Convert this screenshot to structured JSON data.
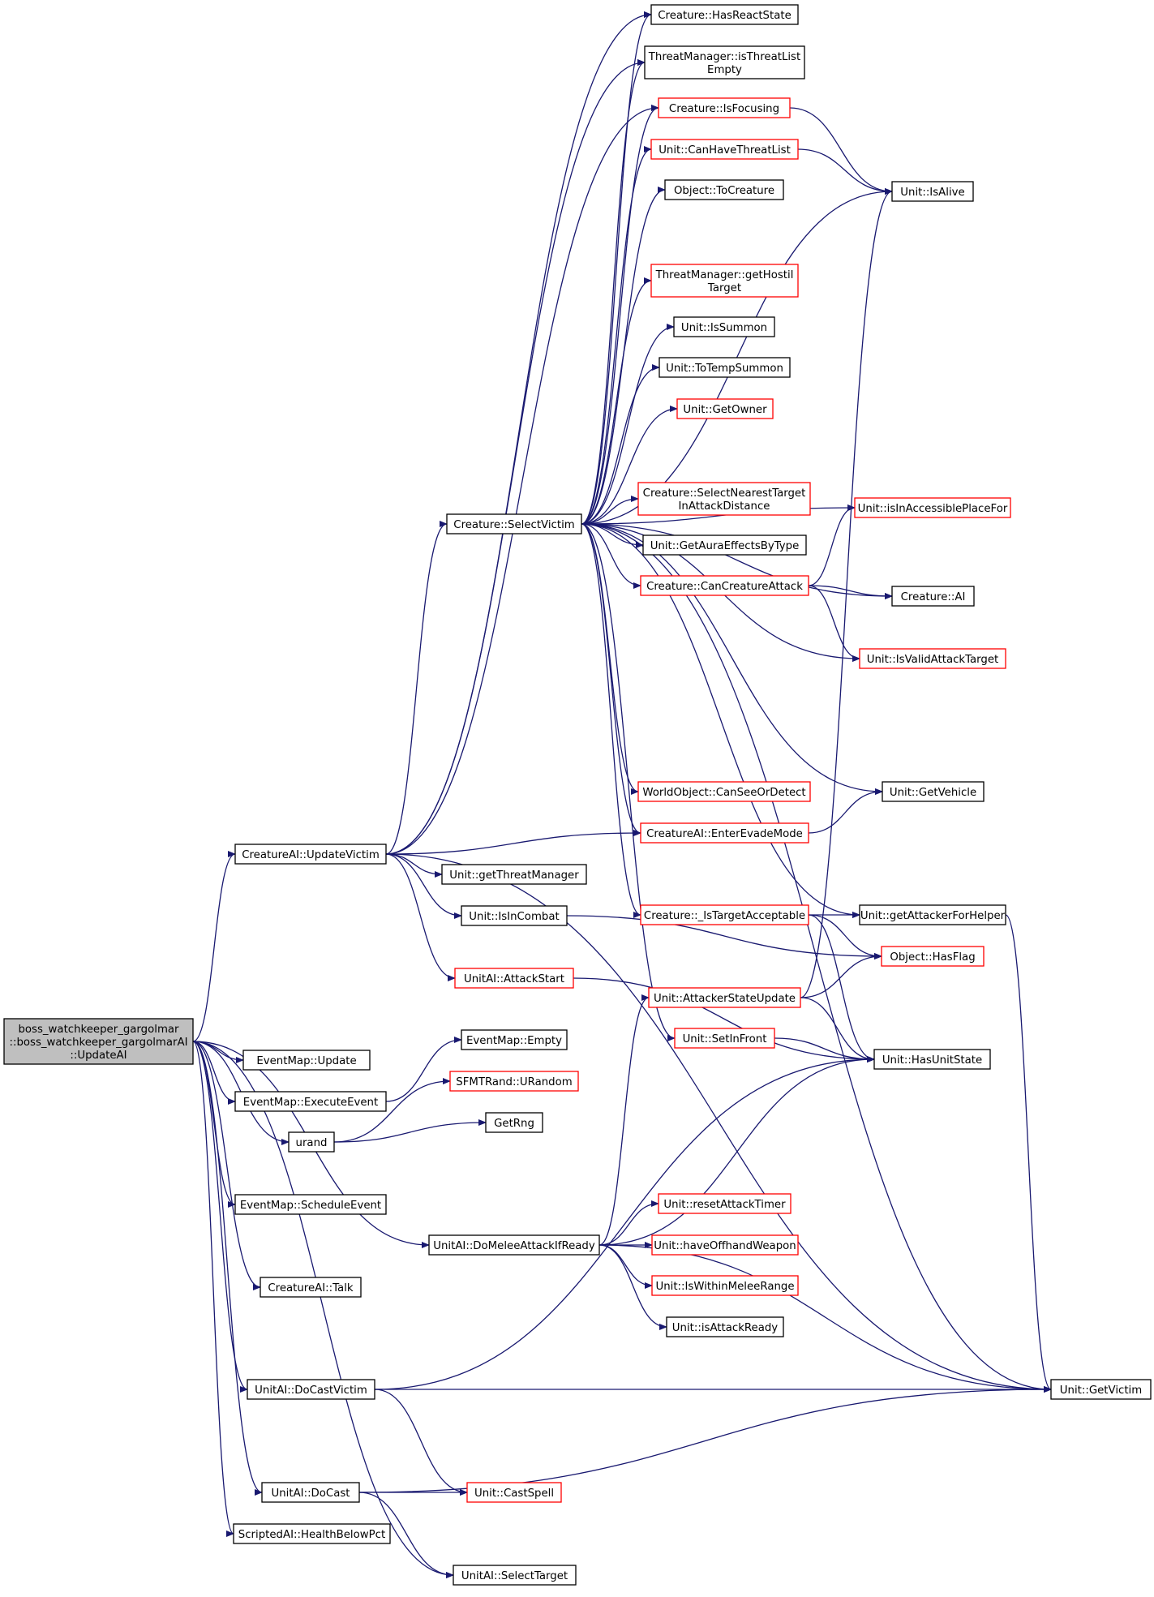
{
  "diagram": {
    "colors": {
      "edge": "#191970",
      "root_fill": "#bfbfbf",
      "normal_border": "#000000",
      "red_border": "#ff0000",
      "node_fill": "#ffffff"
    },
    "nodes": [
      {
        "id": "root",
        "lines": [
          "boss_watchkeeper_gargolmar",
          "::boss_watchkeeper_gargolmarAI",
          "::UpdateAI"
        ],
        "style": "root"
      },
      {
        "id": "updatevictim",
        "lines": [
          "CreatureAI::UpdateVictim"
        ],
        "style": "normal"
      },
      {
        "id": "eventmap_update",
        "lines": [
          "EventMap::Update"
        ],
        "style": "normal"
      },
      {
        "id": "executeevent",
        "lines": [
          "EventMap::ExecuteEvent"
        ],
        "style": "normal"
      },
      {
        "id": "urand",
        "lines": [
          "urand"
        ],
        "style": "normal"
      },
      {
        "id": "scheduleevent",
        "lines": [
          "EventMap::ScheduleEvent"
        ],
        "style": "normal"
      },
      {
        "id": "talk",
        "lines": [
          "CreatureAI::Talk"
        ],
        "style": "normal"
      },
      {
        "id": "docastvictim",
        "lines": [
          "UnitAI::DoCastVictim"
        ],
        "style": "normal"
      },
      {
        "id": "docast",
        "lines": [
          "UnitAI::DoCast"
        ],
        "style": "normal"
      },
      {
        "id": "healthbelowpct",
        "lines": [
          "ScriptedAI::HealthBelowPct"
        ],
        "style": "normal"
      },
      {
        "id": "selecttarget",
        "lines": [
          "UnitAI::SelectTarget"
        ],
        "style": "normal"
      },
      {
        "id": "selectvictim",
        "lines": [
          "Creature::SelectVictim"
        ],
        "style": "normal"
      },
      {
        "id": "getthreatmanager",
        "lines": [
          "Unit::getThreatManager"
        ],
        "style": "normal"
      },
      {
        "id": "isincombat",
        "lines": [
          "Unit::IsInCombat"
        ],
        "style": "normal"
      },
      {
        "id": "attackstart",
        "lines": [
          "UnitAI::AttackStart"
        ],
        "style": "red"
      },
      {
        "id": "eventmap_empty",
        "lines": [
          "EventMap::Empty"
        ],
        "style": "normal"
      },
      {
        "id": "urandom",
        "lines": [
          "SFMTRand::URandom"
        ],
        "style": "red"
      },
      {
        "id": "getrng",
        "lines": [
          "GetRng"
        ],
        "style": "normal"
      },
      {
        "id": "domelee",
        "lines": [
          "UnitAI::DoMeleeAttackIfReady"
        ],
        "style": "normal"
      },
      {
        "id": "hasreactstate",
        "lines": [
          "Creature::HasReactState"
        ],
        "style": "normal"
      },
      {
        "id": "isthreatlistempty",
        "lines": [
          "ThreatManager::isThreatList",
          "Empty"
        ],
        "style": "normal"
      },
      {
        "id": "isfocusing",
        "lines": [
          "Creature::IsFocusing"
        ],
        "style": "red"
      },
      {
        "id": "canhavethreatlist",
        "lines": [
          "Unit::CanHaveThreatList"
        ],
        "style": "red"
      },
      {
        "id": "tocreature",
        "lines": [
          "Object::ToCreature"
        ],
        "style": "normal"
      },
      {
        "id": "gethostiltarget",
        "lines": [
          "ThreatManager::getHostil",
          "Target"
        ],
        "style": "red"
      },
      {
        "id": "issummon",
        "lines": [
          "Unit::IsSummon"
        ],
        "style": "normal"
      },
      {
        "id": "totempsummon",
        "lines": [
          "Unit::ToTempSummon"
        ],
        "style": "normal"
      },
      {
        "id": "getowner",
        "lines": [
          "Unit::GetOwner"
        ],
        "style": "red"
      },
      {
        "id": "selectnearest",
        "lines": [
          "Creature::SelectNearestTarget",
          "InAttackDistance"
        ],
        "style": "red"
      },
      {
        "id": "getauraeffects",
        "lines": [
          "Unit::GetAuraEffectsByType"
        ],
        "style": "normal"
      },
      {
        "id": "cancreatureattack",
        "lines": [
          "Creature::CanCreatureAttack"
        ],
        "style": "red"
      },
      {
        "id": "canseeordetect",
        "lines": [
          "WorldObject::CanSeeOrDetect"
        ],
        "style": "red"
      },
      {
        "id": "enterevademode",
        "lines": [
          "CreatureAI::EnterEvadeMode"
        ],
        "style": "red"
      },
      {
        "id": "istargetacceptable",
        "lines": [
          "Creature::_IsTargetAcceptable"
        ],
        "style": "red"
      },
      {
        "id": "attackerstateupdate",
        "lines": [
          "Unit::AttackerStateUpdate"
        ],
        "style": "red"
      },
      {
        "id": "setinfront",
        "lines": [
          "Unit::SetInFront"
        ],
        "style": "red"
      },
      {
        "id": "resetattacktimer",
        "lines": [
          "Unit::resetAttackTimer"
        ],
        "style": "red"
      },
      {
        "id": "haveoffhand",
        "lines": [
          "Unit::haveOffhandWeapon"
        ],
        "style": "red"
      },
      {
        "id": "iswithinmelee",
        "lines": [
          "Unit::IsWithinMeleeRange"
        ],
        "style": "red"
      },
      {
        "id": "isattackready",
        "lines": [
          "Unit::isAttackReady"
        ],
        "style": "normal"
      },
      {
        "id": "castspell",
        "lines": [
          "Unit::CastSpell"
        ],
        "style": "red"
      },
      {
        "id": "isalive",
        "lines": [
          "Unit::IsAlive"
        ],
        "style": "normal"
      },
      {
        "id": "isinaccessible",
        "lines": [
          "Unit::isInAccessiblePlaceFor"
        ],
        "style": "red"
      },
      {
        "id": "creature_ai",
        "lines": [
          "Creature::AI"
        ],
        "style": "normal"
      },
      {
        "id": "isvalidattacktarget",
        "lines": [
          "Unit::IsValidAttackTarget"
        ],
        "style": "red"
      },
      {
        "id": "getvehicle",
        "lines": [
          "Unit::GetVehicle"
        ],
        "style": "normal"
      },
      {
        "id": "getattackerforhelper",
        "lines": [
          "Unit::getAttackerForHelper"
        ],
        "style": "normal"
      },
      {
        "id": "hasflag",
        "lines": [
          "Object::HasFlag"
        ],
        "style": "red"
      },
      {
        "id": "hasunitstate",
        "lines": [
          "Unit::HasUnitState"
        ],
        "style": "normal"
      },
      {
        "id": "getvictim",
        "lines": [
          "Unit::GetVictim"
        ],
        "style": "normal"
      }
    ],
    "edges": [
      [
        "root",
        "updatevictim"
      ],
      [
        "root",
        "eventmap_update"
      ],
      [
        "root",
        "executeevent"
      ],
      [
        "root",
        "urand"
      ],
      [
        "root",
        "scheduleevent"
      ],
      [
        "root",
        "domelee"
      ],
      [
        "root",
        "talk"
      ],
      [
        "root",
        "docastvictim"
      ],
      [
        "root",
        "docast"
      ],
      [
        "root",
        "healthbelowpct"
      ],
      [
        "root",
        "selecttarget"
      ],
      [
        "updatevictim",
        "hasreactstate"
      ],
      [
        "updatevictim",
        "isthreatlistempty"
      ],
      [
        "updatevictim",
        "isfocusing"
      ],
      [
        "updatevictim",
        "selectvictim"
      ],
      [
        "updatevictim",
        "enterevademode"
      ],
      [
        "updatevictim",
        "getthreatmanager"
      ],
      [
        "updatevictim",
        "isincombat"
      ],
      [
        "updatevictim",
        "attackstart"
      ],
      [
        "updatevictim",
        "getvictim"
      ],
      [
        "selectvictim",
        "hasreactstate"
      ],
      [
        "selectvictim",
        "isthreatlistempty"
      ],
      [
        "selectvictim",
        "isfocusing"
      ],
      [
        "selectvictim",
        "canhavethreatlist"
      ],
      [
        "selectvictim",
        "tocreature"
      ],
      [
        "selectvictim",
        "isalive"
      ],
      [
        "selectvictim",
        "gethostiltarget"
      ],
      [
        "selectvictim",
        "issummon"
      ],
      [
        "selectvictim",
        "totempsummon"
      ],
      [
        "selectvictim",
        "getowner"
      ],
      [
        "selectvictim",
        "isinaccessible"
      ],
      [
        "selectvictim",
        "selectnearest"
      ],
      [
        "selectvictim",
        "getauraeffects"
      ],
      [
        "selectvictim",
        "cancreatureattack"
      ],
      [
        "selectvictim",
        "creature_ai"
      ],
      [
        "selectvictim",
        "isvalidattacktarget"
      ],
      [
        "selectvictim",
        "getvictim"
      ],
      [
        "selectvictim",
        "getvehicle"
      ],
      [
        "selectvictim",
        "canseeordetect"
      ],
      [
        "selectvictim",
        "enterevademode"
      ],
      [
        "selectvictim",
        "getattackerforhelper"
      ],
      [
        "selectvictim",
        "istargetacceptable"
      ],
      [
        "selectvictim",
        "setinfront"
      ],
      [
        "isfocusing",
        "isalive"
      ],
      [
        "canhavethreatlist",
        "isalive"
      ],
      [
        "cancreatureattack",
        "isinaccessible"
      ],
      [
        "cancreatureattack",
        "creature_ai"
      ],
      [
        "cancreatureattack",
        "isvalidattacktarget"
      ],
      [
        "enterevademode",
        "getvehicle"
      ],
      [
        "istargetacceptable",
        "getattackerforhelper"
      ],
      [
        "istargetacceptable",
        "hasflag"
      ],
      [
        "istargetacceptable",
        "hasunitstate"
      ],
      [
        "isincombat",
        "hasflag"
      ],
      [
        "attackstart",
        "hasunitstate"
      ],
      [
        "attackerstateupdate",
        "isalive"
      ],
      [
        "attackerstateupdate",
        "hasflag"
      ],
      [
        "attackerstateupdate",
        "hasunitstate"
      ],
      [
        "setinfront",
        "hasunitstate"
      ],
      [
        "getattackerforhelper",
        "getvictim"
      ],
      [
        "executeevent",
        "eventmap_empty"
      ],
      [
        "urand",
        "urandom"
      ],
      [
        "urand",
        "getrng"
      ],
      [
        "domelee",
        "hasunitstate"
      ],
      [
        "domelee",
        "attackerstateupdate"
      ],
      [
        "domelee",
        "resetattacktimer"
      ],
      [
        "domelee",
        "haveoffhand"
      ],
      [
        "domelee",
        "iswithinmelee"
      ],
      [
        "domelee",
        "isattackready"
      ],
      [
        "domelee",
        "getvictim"
      ],
      [
        "docastvictim",
        "hasunitstate"
      ],
      [
        "docastvictim",
        "getvictim"
      ],
      [
        "docastvictim",
        "castspell"
      ],
      [
        "docast",
        "castspell"
      ],
      [
        "docast",
        "getvictim"
      ],
      [
        "docast",
        "selecttarget"
      ]
    ]
  }
}
